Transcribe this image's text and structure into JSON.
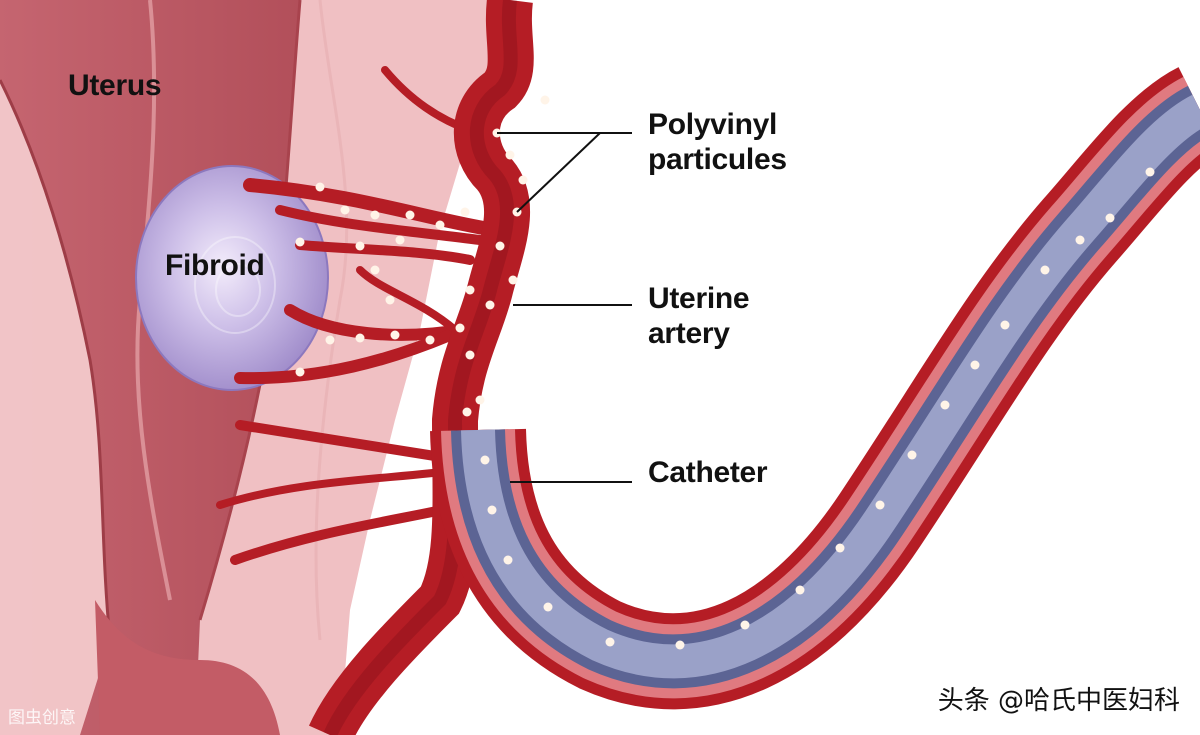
{
  "labels": {
    "uterus": "Uterus",
    "fibroid": "Fibroid",
    "polyvinyl_line1": "Polyvinyl",
    "polyvinyl_line2": "particules",
    "artery_line1": "Uterine",
    "artery_line2": "artery",
    "catheter": "Catheter"
  },
  "watermarks": {
    "left": "图虫创意",
    "right": "头条 @哈氏中医妇科"
  },
  "colors": {
    "background": "#ffffff",
    "uterus_tissue": "#c0606a",
    "uterus_light": "#f2c4c6",
    "artery": "#b51d25",
    "artery_dark": "#7e0f18",
    "fibroid": "#b9aadb",
    "catheter": "#7f86b0",
    "particle": "#fff4e8"
  }
}
